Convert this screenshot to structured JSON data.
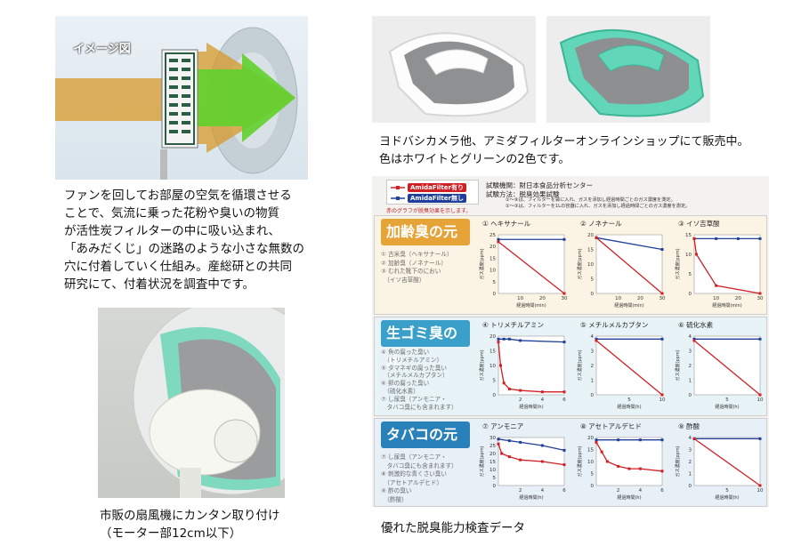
{
  "illustration": {
    "label": "イメージ図",
    "colors": {
      "airflow": "#5fd12b",
      "filter": "#2e5d46",
      "fan": "#bfc9cf"
    }
  },
  "captions": {
    "mechanism": [
      "ファンを回してお部屋の空気を循環させる",
      "ことで、気流に乗った花粉や臭いの物質",
      "が活性炭フィルターの中に吸い込まれ、",
      "「あみだくじ」の迷路のような小さな無数の",
      "穴に付着していく仕組み。産総研との共同",
      "研究にて、付着状況を調査中です。"
    ],
    "sales": [
      "ヨドバシカメラ他、アミダフィルターオンラインショップにて販売中。",
      "色はホワイトとグリーンの2色です。"
    ],
    "fan": [
      "市販の扇風機にカンタン取り付け",
      "（モーター部12cm以下）"
    ],
    "chart_panel": "優れた脱臭能力検査データ"
  },
  "panel": {
    "legend": {
      "with": "AmidaFilter有り",
      "without": "AmidaFilter無し"
    },
    "legend_note": "赤のグラフが脱臭効果を示します。",
    "test_org": "試験機関：財日本食品分析センター",
    "test_method": "試験方法：脱臭効果試験",
    "notes": [
      "①〜⑨は、フィルターを袋に入れ、ガスを添加し経過時間ごとのガス濃度を測定。",
      "①〜③は、フィルターを1Lの容器に入れ、ガスを添加し経過時間ごとのガス濃度を測定。"
    ],
    "x_axis_label": "経過時間(min)",
    "x_axis_label_h": "経過時間(h)",
    "y_axis_label": "ガス濃度(ppm)",
    "colors": {
      "with": "#d02025",
      "without": "#1f3f9a",
      "cat1": "#e6a338",
      "cat2": "#3ba0c9",
      "cat3": "#2a80b9"
    },
    "categories": [
      {
        "title": "加齢臭の元",
        "items": [
          "① 古米臭（ヘキサナール）",
          "② 加齢臭（ノネナール）",
          "③ むれた靴下のにおい",
          "　（イソ吉草酸）"
        ]
      },
      {
        "title": "生ゴミ臭の元",
        "items": [
          "④ 魚の腐った臭い",
          "　（トリメチルアミン）",
          "⑤ タマネギの腐った臭い",
          "　（メチルメルカプタン）",
          "⑥ 卵の腐った臭い",
          "　（硫化水素）",
          "⑦ し尿臭（アンモニア・",
          "　タバコ臭にも含まれます）"
        ]
      },
      {
        "title": "タバコの元",
        "items": [
          "⑦ し尿臭（アンモニア・",
          "　タバコ臭にも含まれます）",
          "⑧ 刺激的な青くさい臭い",
          "　（アセトアルデヒド）",
          "⑨ 酢の臭い",
          "　（酢酸）"
        ]
      }
    ]
  },
  "chart_data": [
    {
      "type": "line",
      "title": "① ヘキサナール",
      "xlabel": "経過時間(min)",
      "ylabel": "ガス濃度(ppm)",
      "xlim": [
        0,
        30
      ],
      "ylim": [
        0,
        25
      ],
      "xticks": [
        10,
        20,
        30
      ],
      "yticks": [
        0,
        5,
        10,
        15,
        20,
        25
      ],
      "series": [
        {
          "name": "AmidaFilter有り",
          "x": [
            0,
            30
          ],
          "y": [
            22,
            0
          ]
        },
        {
          "name": "AmidaFilter無し",
          "x": [
            0,
            30
          ],
          "y": [
            23,
            23
          ]
        }
      ]
    },
    {
      "type": "line",
      "title": "② ノネナール",
      "xlabel": "経過時間(min)",
      "ylabel": "ガス濃度(ppm)",
      "xlim": [
        0,
        30
      ],
      "ylim": [
        0,
        20
      ],
      "xticks": [
        10,
        20,
        30
      ],
      "yticks": [
        0,
        5,
        10,
        15,
        20
      ],
      "series": [
        {
          "name": "AmidaFilter有り",
          "x": [
            0,
            30
          ],
          "y": [
            19,
            0
          ]
        },
        {
          "name": "AmidaFilter無し",
          "x": [
            0,
            30
          ],
          "y": [
            19,
            15
          ]
        }
      ]
    },
    {
      "type": "line",
      "title": "③ イソ吉草酸",
      "xlabel": "経過時間(min)",
      "ylabel": "ガス濃度(ppm)",
      "xlim": [
        0,
        30
      ],
      "ylim": [
        0,
        15
      ],
      "xticks": [
        10,
        20,
        30
      ],
      "yticks": [
        0,
        5,
        10,
        15
      ],
      "series": [
        {
          "name": "AmidaFilter有り",
          "x": [
            0,
            1,
            10,
            30
          ],
          "y": [
            14,
            10,
            2,
            0
          ]
        },
        {
          "name": "AmidaFilter無し",
          "x": [
            0,
            10,
            20,
            30
          ],
          "y": [
            14,
            14,
            14,
            14
          ]
        }
      ]
    },
    {
      "type": "line",
      "title": "④ トリメチルアミン",
      "xlabel": "経過時間(h)",
      "ylabel": "ガス濃度(ppm)",
      "xlim": [
        0,
        6
      ],
      "ylim": [
        0,
        20
      ],
      "xticks": [
        2,
        4,
        6
      ],
      "yticks": [
        0,
        5,
        10,
        15,
        20
      ],
      "series": [
        {
          "name": "AmidaFilter有り",
          "x": [
            0,
            0.2,
            0.5,
            1,
            2,
            4,
            6
          ],
          "y": [
            18,
            10,
            4,
            2,
            1.5,
            1,
            1
          ]
        },
        {
          "name": "AmidaFilter無し",
          "x": [
            0,
            0.5,
            1,
            2,
            6
          ],
          "y": [
            19,
            19,
            19,
            18.5,
            18
          ]
        }
      ]
    },
    {
      "type": "line",
      "title": "⑤ メチルメルカプタン",
      "xlabel": "経過時間(h)",
      "ylabel": "ガス濃度(ppm)",
      "xlim": [
        0,
        10
      ],
      "ylim": [
        0,
        4
      ],
      "xticks": [
        5,
        10
      ],
      "yticks": [
        0,
        1,
        2,
        3,
        4
      ],
      "series": [
        {
          "name": "AmidaFilter有り",
          "x": [
            0,
            10
          ],
          "y": [
            3.7,
            0
          ]
        },
        {
          "name": "AmidaFilter無し",
          "x": [
            0,
            10
          ],
          "y": [
            3.8,
            3.8
          ]
        }
      ]
    },
    {
      "type": "line",
      "title": "⑥ 硫化水素",
      "xlabel": "経過時間(h)",
      "ylabel": "ガス濃度(ppm)",
      "xlim": [
        0,
        10
      ],
      "ylim": [
        0,
        4
      ],
      "xticks": [
        5,
        10
      ],
      "yticks": [
        0,
        1,
        2,
        3,
        4
      ],
      "series": [
        {
          "name": "AmidaFilter有り",
          "x": [
            0,
            10
          ],
          "y": [
            3.7,
            0
          ]
        },
        {
          "name": "AmidaFilter無し",
          "x": [
            0,
            10
          ],
          "y": [
            3.8,
            3.8
          ]
        }
      ]
    },
    {
      "type": "line",
      "title": "⑦ アンモニア",
      "xlabel": "経過時間(h)",
      "ylabel": "ガス濃度(ppm)",
      "xlim": [
        0,
        6
      ],
      "ylim": [
        0,
        30
      ],
      "xticks": [
        2,
        4,
        6
      ],
      "yticks": [
        0,
        5,
        10,
        15,
        20,
        25,
        30
      ],
      "series": [
        {
          "name": "AmidaFilter有り",
          "x": [
            0,
            0.3,
            1,
            2,
            4,
            6
          ],
          "y": [
            26,
            20,
            18,
            16,
            15,
            13
          ]
        },
        {
          "name": "AmidaFilter無し",
          "x": [
            0,
            1,
            2,
            4,
            6
          ],
          "y": [
            29,
            28,
            27,
            25,
            22
          ]
        }
      ]
    },
    {
      "type": "line",
      "title": "⑧ アセトアルデヒド",
      "xlabel": "経過時間(h)",
      "ylabel": "ガス濃度(ppm)",
      "xlim": [
        0,
        6
      ],
      "ylim": [
        0,
        20
      ],
      "xticks": [
        2,
        4,
        6
      ],
      "yticks": [
        0,
        5,
        10,
        15,
        20
      ],
      "series": [
        {
          "name": "AmidaFilter有り",
          "x": [
            0,
            0.5,
            1,
            2,
            3,
            4,
            6
          ],
          "y": [
            18,
            14,
            10,
            8,
            7,
            7,
            6
          ]
        },
        {
          "name": "AmidaFilter無し",
          "x": [
            0,
            2,
            4,
            6
          ],
          "y": [
            19,
            19,
            19,
            19
          ]
        }
      ]
    },
    {
      "type": "line",
      "title": "⑨ 酢酸",
      "xlabel": "経過時間(h)",
      "ylabel": "ガス濃度(ppm)",
      "xlim": [
        0,
        10
      ],
      "ylim": [
        0,
        4
      ],
      "xticks": [
        5,
        10
      ],
      "yticks": [
        0,
        1,
        2,
        3,
        4
      ],
      "series": [
        {
          "name": "AmidaFilter有り",
          "x": [
            0,
            10
          ],
          "y": [
            3.9,
            0
          ]
        },
        {
          "name": "AmidaFilter無し",
          "x": [
            0,
            10
          ],
          "y": [
            3.9,
            3.9
          ]
        }
      ]
    }
  ]
}
